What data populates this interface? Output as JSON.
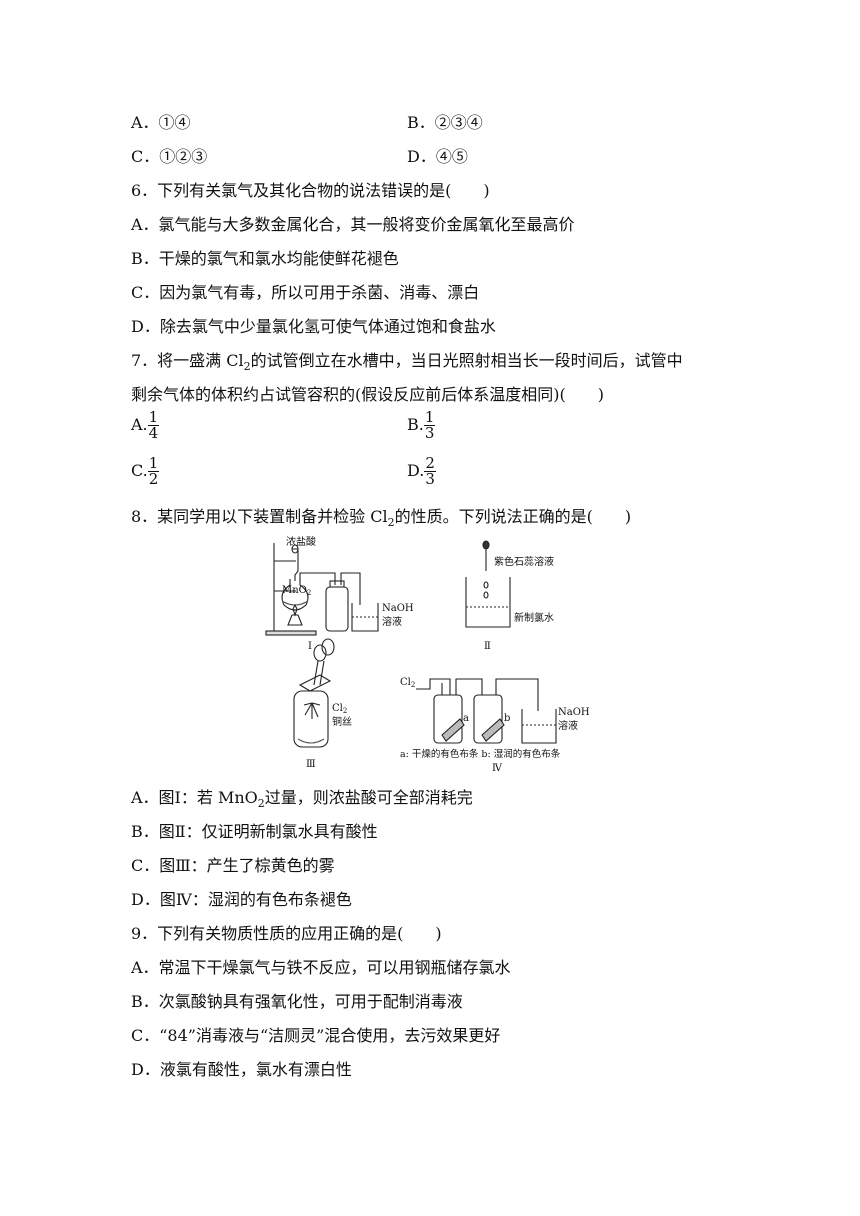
{
  "q5": {
    "A": "A．①④",
    "B": "B．②③④",
    "C": "C．①②③",
    "D": "D．④⑤"
  },
  "q6": {
    "stem": "6．下列有关氯气及其化合物的说法错误的是(　　)",
    "A": "A．氯气能与大多数金属化合，其一般将变价金属氧化至最高价",
    "B": "B．干燥的氯气和氯水均能使鲜花褪色",
    "C": "C．因为氯气有毒，所以可用于杀菌、消毒、漂白",
    "D": "D．除去氯气中少量氯化氢可使气体通过饱和食盐水"
  },
  "q7": {
    "stem_a": "7．将一盛满 Cl",
    "stem_sub": "2",
    "stem_b": "的试管倒立在水槽中，当日光照射相当长一段时间后，试管中",
    "stem2": "剩余气体的体积约占试管容积的(假设反应前后体系温度相同)(　　)",
    "A_label": "A.",
    "A_num": "1",
    "A_den": "4",
    "B_label": "B.",
    "B_num": "1",
    "B_den": "3",
    "C_label": "C.",
    "C_num": "1",
    "C_den": "2",
    "D_label": "D.",
    "D_num": "2",
    "D_den": "3"
  },
  "q8": {
    "stem_a": "8．某同学用以下装置制备并检验 Cl",
    "stem_sub": "2",
    "stem_b": "的性质。下列说法正确的是(　　)",
    "figure": {
      "I_conc_hcl": "浓盐酸",
      "I_mno2": "MnO",
      "I_mno2_sub": "2",
      "I_naoh": "NaOH",
      "I_solution": "溶液",
      "I_label": "Ⅰ",
      "II_litmus": "紫色石蕊溶液",
      "II_chlorine_water": "新制氯水",
      "II_label": "Ⅱ",
      "III_cl2": "Cl",
      "III_cl2_sub": "2",
      "III_copper": "铜丝",
      "III_label": "Ⅲ",
      "IV_cl2": "Cl",
      "IV_cl2_sub": "2",
      "IV_a": "a",
      "IV_b": "b",
      "IV_naoh": "NaOH",
      "IV_solution": "溶液",
      "IV_caption": "a: 干燥的有色布条 b: 湿润的有色布条",
      "IV_label": "Ⅳ"
    },
    "A_a": "A．图Ⅰ：若 MnO",
    "A_sub": "2",
    "A_b": "过量，则浓盐酸可全部消耗完",
    "B": "B．图Ⅱ：仅证明新制氯水具有酸性",
    "C": "C．图Ⅲ：产生了棕黄色的雾",
    "D": "D．图Ⅳ：湿润的有色布条褪色"
  },
  "q9": {
    "stem": "9．下列有关物质性质的应用正确的是(　　)",
    "A": "A．常温下干燥氯气与铁不反应，可以用钢瓶储存氯水",
    "B": "B．次氯酸钠具有强氧化性，可用于配制消毒液",
    "C": "C．“84”消毒液与“洁厕灵”混合使用，去污效果更好",
    "D": "D．液氯有酸性，氯水有漂白性"
  }
}
